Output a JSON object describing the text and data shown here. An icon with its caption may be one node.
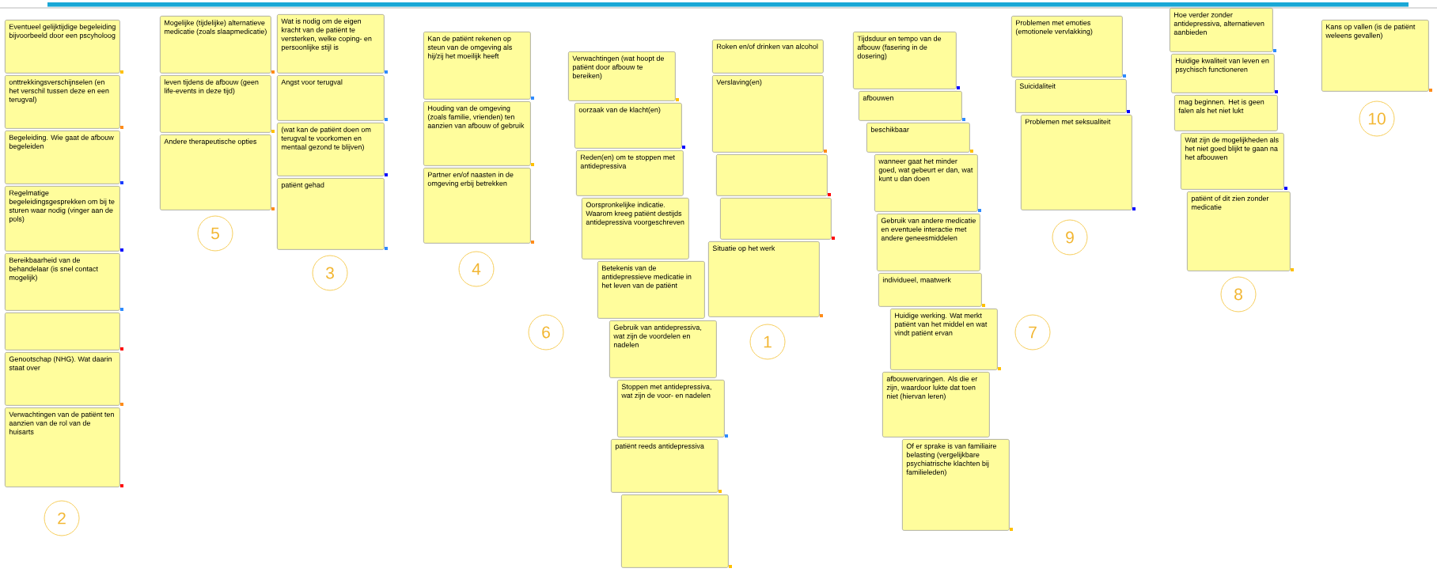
{
  "diagram": {
    "nodes": [
      {
        "text": [
          "Eventueel gelijktijdige begeleiding bijvoorbeeld door een pscyholoog"
        ]
      },
      {
        "text": [
          "onttrekkingsverschijnselen (en het verschil tussen deze en een terugval)"
        ]
      },
      {
        "text": [
          "Begeleiding. Wie gaat de afbouw begeleiden"
        ]
      },
      {
        "text": [
          "Regelmatige begeleidingsgesprekken om bij te sturen waar nodig (vinger aan de pols)"
        ]
      },
      {
        "text": [
          "Bereikbaarheid van de behandelaar (is snel contact mogelijk)"
        ]
      },
      {
        "text": [],
        "shape": "box"
      },
      {
        "text": [
          "Genootschap (NHG). Wat daarin staat over"
        ]
      },
      {
        "text": [
          "Verwachtingen van de patiënt ten aanzien van de rol van de huisarts"
        ]
      },
      {
        "text": [
          "2"
        ]
      },
      {
        "text": [
          "Mogelijke (tijdelijke) alternatieve medicatie (zoals slaapmedicatie)"
        ]
      },
      {
        "text": [
          "leven tijdens de afbouw (geen life-events in deze tijd)"
        ]
      },
      {
        "text": [
          "Andere therapeutische opties"
        ]
      },
      {
        "text": [
          "5"
        ]
      },
      {
        "text": [
          "Wat is nodig om de eigen kracht van de patiënt te versterken, welke coping- en persoonlijke stijl is"
        ]
      },
      {
        "text": [
          "Angst voor terugval"
        ]
      },
      {
        "text": [
          "(wat kan de patiënt doen om terugval te voorkomen en mentaal gezond te blijven)"
        ]
      },
      {
        "text": [
          "patiënt gehad"
        ]
      },
      {
        "text": [
          "3"
        ]
      },
      {
        "text": [
          "Kan de patiënt rekenen op steun van de omgeving als hij/zij het moeilijk heeft"
        ]
      },
      {
        "text": [
          "Houding van de omgeving (zoals familie, vrienden) ten aanzien van afbouw of gebruik"
        ]
      },
      {
        "text": [
          "Partner en/of naasten in de omgeving erbij betrekken"
        ]
      },
      {
        "text": [
          "4"
        ]
      },
      {
        "text": [
          "Verwachtingen (wat hoopt de patiënt door afbouw te bereiken)"
        ]
      },
      {
        "text": [
          "oorzaak van de klacht(en)"
        ]
      },
      {
        "text": [
          "Reden(en) om te stoppen met antidepressiva"
        ]
      },
      {
        "text": [
          "Oorspronkelijke indicatie. Waarom kreeg patiënt destijds antidepressiva voorgeschreven"
        ]
      },
      {
        "text": [
          "Betekenis van de antidepressieve medicatie in het leven van de patiënt"
        ]
      },
      {
        "text": [
          "Gebruik van antidepressiva, wat zijn de voordelen en nadelen"
        ]
      },
      {
        "text": [
          "Stoppen met antidepressiva, wat zijn de voor- en nadelen"
        ]
      },
      {
        "text": [
          "patiënt reeds antidepressiva"
        ]
      },
      {
        "text": [],
        "shape": "box"
      },
      {
        "text": [
          "6"
        ]
      },
      {
        "text": [
          "Roken en/of drinken van alcohol"
        ]
      },
      {
        "text": [
          "Verslaving(en)"
        ]
      },
      {
        "text": [],
        "shape": "box"
      },
      {
        "text": [],
        "shape": "box"
      },
      {
        "text": [
          "Situatie op het werk"
        ]
      },
      {
        "text": [
          "1"
        ]
      },
      {
        "text": [
          "Tijdsduur en tempo van de afbouw (fasering in de dosering)"
        ]
      },
      {
        "text": [
          "afbouwen"
        ]
      },
      {
        "text": [
          "beschikbaar"
        ]
      },
      {
        "text": [
          "wanneer gaat het minder goed, wat gebeurt er dan, wat kunt u dan doen"
        ]
      },
      {
        "text": [
          "Gebruik van andere medicatie en eventuele interactie met andere geneesmiddelen"
        ]
      },
      {
        "text": [
          "individueel, maatwerk"
        ]
      },
      {
        "text": [
          "Huidige werking. Wat merkt patiënt van het middel en wat vindt patiënt ervan"
        ]
      },
      {
        "text": [
          "afbouwervaringen. Als die er zijn, waardoor lukte dat toen niet (hiervan leren)"
        ]
      },
      {
        "text": [
          "Of er sprake is van familiaire belasting (vergelijkbare psychiatrische klachten bij familieleden)"
        ]
      },
      {
        "text": [
          "7"
        ]
      },
      {
        "text": [
          "Problemen met emoties (emotionele vervlakking)"
        ]
      },
      {
        "text": [
          "Suicidaliteit"
        ]
      },
      {
        "text": [
          "Problemen met seksualiteit"
        ]
      },
      {
        "text": [
          "9"
        ]
      },
      {
        "text": [
          "Hoe verder zonder antidepressiva, alternatieven aanbieden"
        ]
      },
      {
        "text": [
          "Huidige kwaliteit van leven en psychisch functioneren"
        ]
      },
      {
        "text": [
          "mag beginnen. Het is geen falen als het niet lukt"
        ]
      },
      {
        "text": [
          "Wat zijn de mogelijkheden als het niet goed blijkt te gaan na het afbouwen"
        ]
      },
      {
        "text": [
          "patiënt of dit zien zonder medicatie"
        ]
      },
      {
        "text": [
          "8"
        ]
      },
      {
        "text": [
          "Kans op vallen (is de patiënt weleens gevallen)"
        ]
      },
      {
        "text": [
          "10"
        ]
      }
    ]
  }
}
